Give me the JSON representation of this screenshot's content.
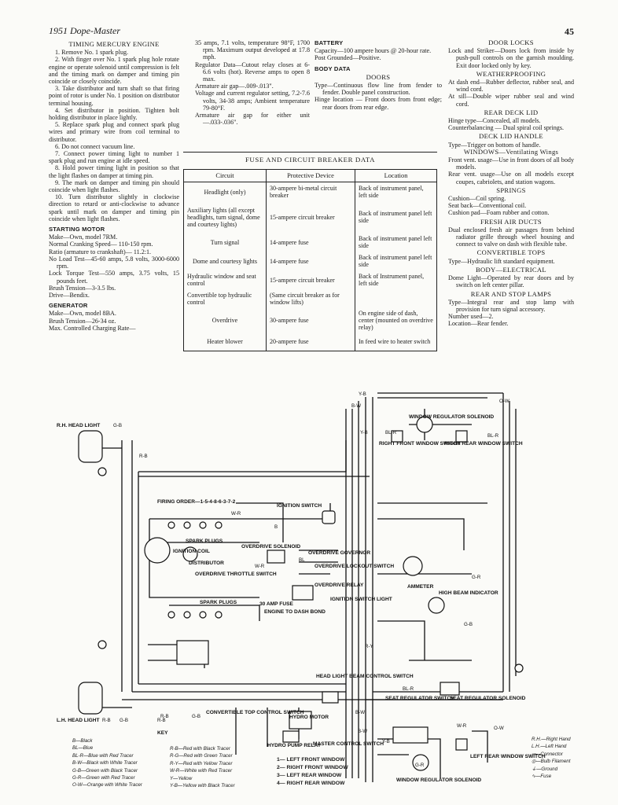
{
  "header": {
    "title": "1951 Dope-Master",
    "page": "45"
  },
  "col1": {
    "timing_title": "TIMING MERCURY ENGINE",
    "timing_steps": [
      "1. Remove No. 1 spark plug.",
      "2. With finger over No. 1 spark plug hole rotate engine or operate solenoid until compression is felt and the timing mark on damper and timing pin coincide or closely coincide.",
      "3. Take distributor and turn shaft so that firing point of rotor is under No. 1 position on distributor terminal housing.",
      "4. Set distributor in position. Tighten bolt holding distributor in place lightly.",
      "5. Replace spark plug and connect spark plug wires and primary wire from coil terminal to distributor.",
      "6. Do not connect vacuum line.",
      "7. Connect power timing light to number 1 spark plug and run engine at idle speed.",
      "8. Hold power timing light in position so that the light flashes on damper at timing pin.",
      "9. The mark on damper and timing pin should coincide when light flashes.",
      "10. Turn distributor slightly in clockwise direction to retard or anti-clockwise to advance spark until mark on damper and timing pin coincide when light flashes."
    ],
    "starting_title": "STARTING MOTOR",
    "starting_lines": [
      "Make—Own, model 7RM.",
      "Normal Cranking Speed— 110-150 rpm.",
      "Ratio (armature to crankshaft)— 11.2:1.",
      "No Load Test—45-60 amps, 5.8 volts, 3000-6000 rpm.",
      "Lock Torque Test—550 amps, 3.75 volts, 15 pounds feet.",
      "Brush Tension—3-3.5 lbs.",
      "Drive—Bendix."
    ],
    "generator_title": "GENERATOR",
    "generator_lines": [
      "Make—Own, model 8BA.",
      "Brush Tension—26-34 oz.",
      "Max. Controlled Charging Rate—"
    ]
  },
  "col2": {
    "lines": [
      "35 amps, 7.1 volts, temperature 98°F, 1700 rpm. Maximum output developed at 17.8 mph.",
      "Regulator Data—Cutout relay closes at 6-6.6 volts (hot). Reverse amps to open 8 max.",
      "Armature air gap—.009-.013\".",
      "Voltage and current regulator setting, 7.2-7.6 volts, 34-38 amps; Ambient temperature 79-80°F.",
      "Armature air gap for either unit —.033-.036\"."
    ]
  },
  "col3": {
    "battery_title": "BATTERY",
    "battery_lines": [
      "Capacity—100 ampere hours @ 20-hour rate.",
      "Post Grounded—Positive."
    ],
    "body_title": "BODY DATA",
    "doors_title": "DOORS",
    "doors_lines": [
      "Type—Continuous flow line from fender to fender. Double panel construction.",
      "Hinge location — Front doors from front edge; rear doors from rear edge."
    ]
  },
  "col4": {
    "sections": [
      {
        "title": "DOOR LOCKS",
        "lines": [
          "Lock and Striker—Doors lock from inside by push-pull controls on the garnish moulding. Exit door locked only by key."
        ]
      },
      {
        "title": "WEATHERPROOFING",
        "lines": [
          "At dash end—Rubber deflector, rubber seal, and wind cord.",
          "At sill—Double wiper rubber seal and wind cord."
        ]
      },
      {
        "title": "REAR DECK LID",
        "lines": [
          "Hinge type—Concealed, all models.",
          "Counterbalancing — Dual spiral coil springs."
        ]
      },
      {
        "title": "DECK LID HANDLE",
        "lines": [
          "Type—Trigger on bottom of handle."
        ]
      },
      {
        "title": "WINDOWS—Ventilating Wings",
        "lines": [
          "Front vent. usage—Use in front doors of all body models.",
          "Rear vent. usage—Use on all models except coupes, cabriolets, and station wagons."
        ]
      },
      {
        "title": "SPRINGS",
        "lines": [
          "Cushion—Coil spring.",
          "Seat back—Conventional coil.",
          "Cushion pad—Foam rubber and cotton."
        ]
      },
      {
        "title": "FRESH AIR DUCTS",
        "lines": [
          "Dual enclosed fresh air passages from behind radiator grille through wheel housing and connect to valve on dash with flexible tube."
        ]
      },
      {
        "title": "CONVERTIBLE TOPS",
        "lines": [
          "Type—Hydraulic lift standard equipment."
        ]
      },
      {
        "title": "BODY—ELECTRICAL",
        "lines": [
          "Dome Light—Operated by rear doors and by switch on left center pillar."
        ]
      },
      {
        "title": "REAR AND STOP LAMPS",
        "lines": [
          "Type—Integral rear and stop lamp with provision for turn signal accessory.",
          "Number used—2.",
          "Location—Rear fender."
        ]
      }
    ]
  },
  "fuse_table": {
    "title": "FUSE AND CIRCUIT BREAKER DATA",
    "headers": [
      "Circuit",
      "Protective Device",
      "Location"
    ],
    "rows": [
      [
        "Headlight (only)",
        "30-ampere bi-metal circuit breaker",
        "Back of instrument panel, left side"
      ],
      [
        "Auxiliary lights (all except headlights, turn signal, dome and courtesy lights)",
        "15-ampere circuit breaker",
        "Back of instrument panel left side"
      ],
      [
        "Turn signal",
        "14-ampere fuse",
        "Back of instrument panel left side"
      ],
      [
        "Dome and courtesy lights",
        "14-ampere fuse",
        "Back of instrument panel left side"
      ],
      [
        "Hydraulic window and seat control",
        "15-ampere circuit breaker",
        "Back of Instrument panel, left side"
      ],
      [
        "Convertible top hydraulic control",
        "(Same circuit breaker as for window lifts)",
        ""
      ],
      [
        "Overdrive",
        "30-ampere fuse",
        "On engine side of dash, center (mounted on overdrive relay)"
      ],
      [
        "Heater blower",
        "20-ampere fuse",
        "In feed wire to heater switch"
      ]
    ]
  },
  "diagram": {
    "labels": {
      "rh_head_light": "R.H. HEAD LIGHT",
      "lh_head_light": "L.H. HEAD LIGHT",
      "firing_order": "FIRING ORDER—1-5-4-8-6-3-7-2",
      "ignition_switch": "IGNITION SWITCH",
      "spark_plugs_top": "SPARK PLUGS",
      "spark_plugs_bottom": "SPARK PLUGS",
      "ignition_coil": "IGNITION COIL",
      "distributor": "DISTRIBUTOR",
      "overdrive_throttle": "OVERDRIVE THROTTLE SWITCH",
      "overdrive_solenoid": "OVERDRIVE SOLENOID",
      "overdrive_governor": "OVERDRIVE GOVERNOR",
      "overdrive_lockout": "OVERDRIVE LOCKOUT SWITCH",
      "overdrive_relay": "OVERDRIVE RELAY",
      "ammeter": "AMMETER",
      "high_beam": "HIGH BEAM INDICATOR",
      "ignition_switch_light": "IGNITION SWITCH LIGHT",
      "fuse_30amp": "30 AMP FUSE",
      "engine_dash_bond": "ENGINE TO DASH BOND",
      "head_light_beam": "HEAD LIGHT BEAM CONTROL SWITCH",
      "seat_regulator_switch": "SEAT REGULATOR SWITCH",
      "seat_regulator_solenoid": "SEAT REGULATOR SOLENOID",
      "convertible_top": "CONVERTIBLE TOP CONTROL SWITCH",
      "hydro_motor": "HYDRO MOTOR",
      "hydro_pump_relay": "HYDRO PUMP RELAY",
      "master_control": "MASTER CONTROL SWITCH",
      "window_regulator_solenoid_top": "WINDOW REGULATOR SOLENOID",
      "right_front_window": "RIGHT FRONT WINDOW SWITCH",
      "right_rear_window": "RIGHT REAR WINDOW SWITCH",
      "left_rear_window": "LEFT REAR WINDOW SWITCH",
      "window_regulator_solenoid_bottom": "WINDOW REGULATOR SOLENOID",
      "key_title": "KEY",
      "wire_codes": [
        "Y-B",
        "B-W",
        "Y-B",
        "BL-R",
        "BL-R",
        "O-W",
        "R-B",
        "G-B",
        "R-B",
        "R-B",
        "G-B",
        "W-R",
        "B",
        "W-R",
        "BL",
        "G-R",
        "G-B",
        "R-Y",
        "B-W",
        "BL-R",
        "G-R",
        "Y-B",
        "W-R",
        "O-W",
        "B-W",
        "R-B",
        "G-B"
      ]
    },
    "master_switch_items": [
      "1— LEFT FRONT WINDOW",
      "2— RIGHT FRONT WINDOW",
      "3— LEFT REAR WINDOW",
      "4— RIGHT REAR WINDOW"
    ],
    "key_col1": [
      "B—Black",
      "BL—Blue",
      "BL-R—Blue with Red Tracer",
      "B-W—Black with White Tracer",
      "G-B—Green with Black Tracer",
      "G-R—Green with Red Tracer",
      "O-W—Orange with White Tracer"
    ],
    "key_col2": [
      "R-B—Red with Black Tracer",
      "R-G—Red with Green Tracer",
      "R-Y—Red with Yellow Tracer",
      "W-R—White with Red Tracer",
      "Y—Yellow",
      "Y-B—Yellow with Black Tracer"
    ],
    "legend": [
      "R.H.—Right Hand",
      "L.H.—Left Hand",
      "—Connector",
      "—Bulb Filament",
      "—Ground",
      "—Fuse"
    ]
  }
}
